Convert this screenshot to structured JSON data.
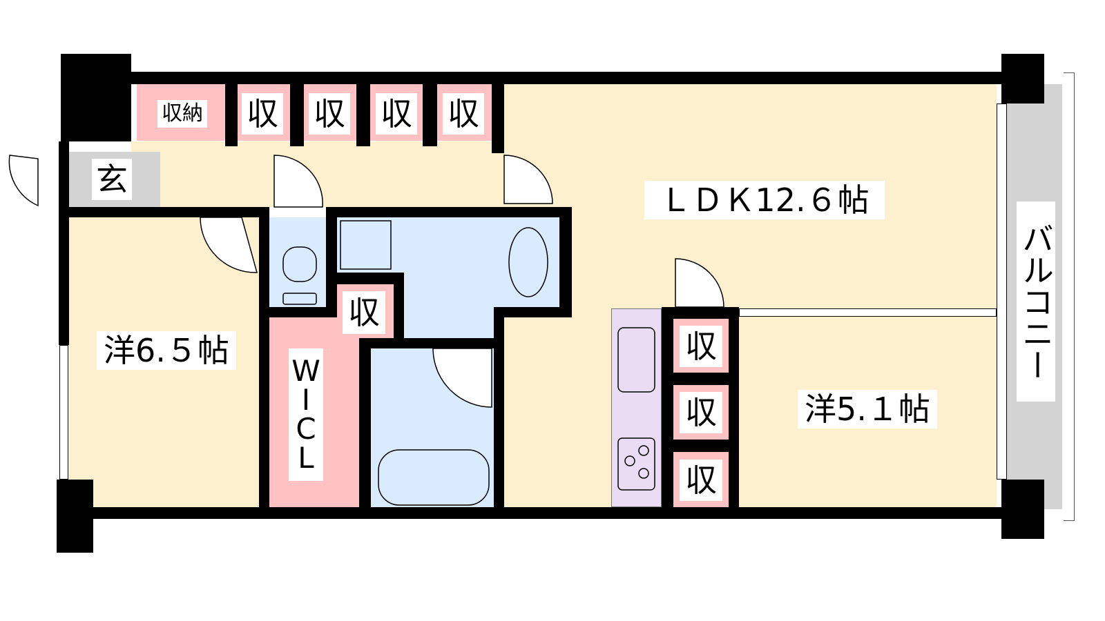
{
  "floor_plan": {
    "rooms": {
      "ldk": {
        "label": "ＬＤＫ12.６帖"
      },
      "western_room_1": {
        "label": "洋6.５帖"
      },
      "western_room_2": {
        "label": "洋5.１帖"
      },
      "entrance": {
        "label": "玄"
      },
      "walk_in_closet": {
        "label_chars": [
          "W",
          "I",
          "C",
          "L"
        ]
      },
      "balcony": {
        "label": "バルコニー"
      }
    },
    "storage": {
      "main": "収納",
      "short": "収"
    }
  },
  "colors": {
    "wall": "#000000",
    "living": "#FDF0CF",
    "storage": "#FFC1C1",
    "wet_area": "#DBEBFF",
    "entrance": "#D3D3D3",
    "kitchen": "#EADCF3",
    "balcony": "#D3D3D3"
  }
}
